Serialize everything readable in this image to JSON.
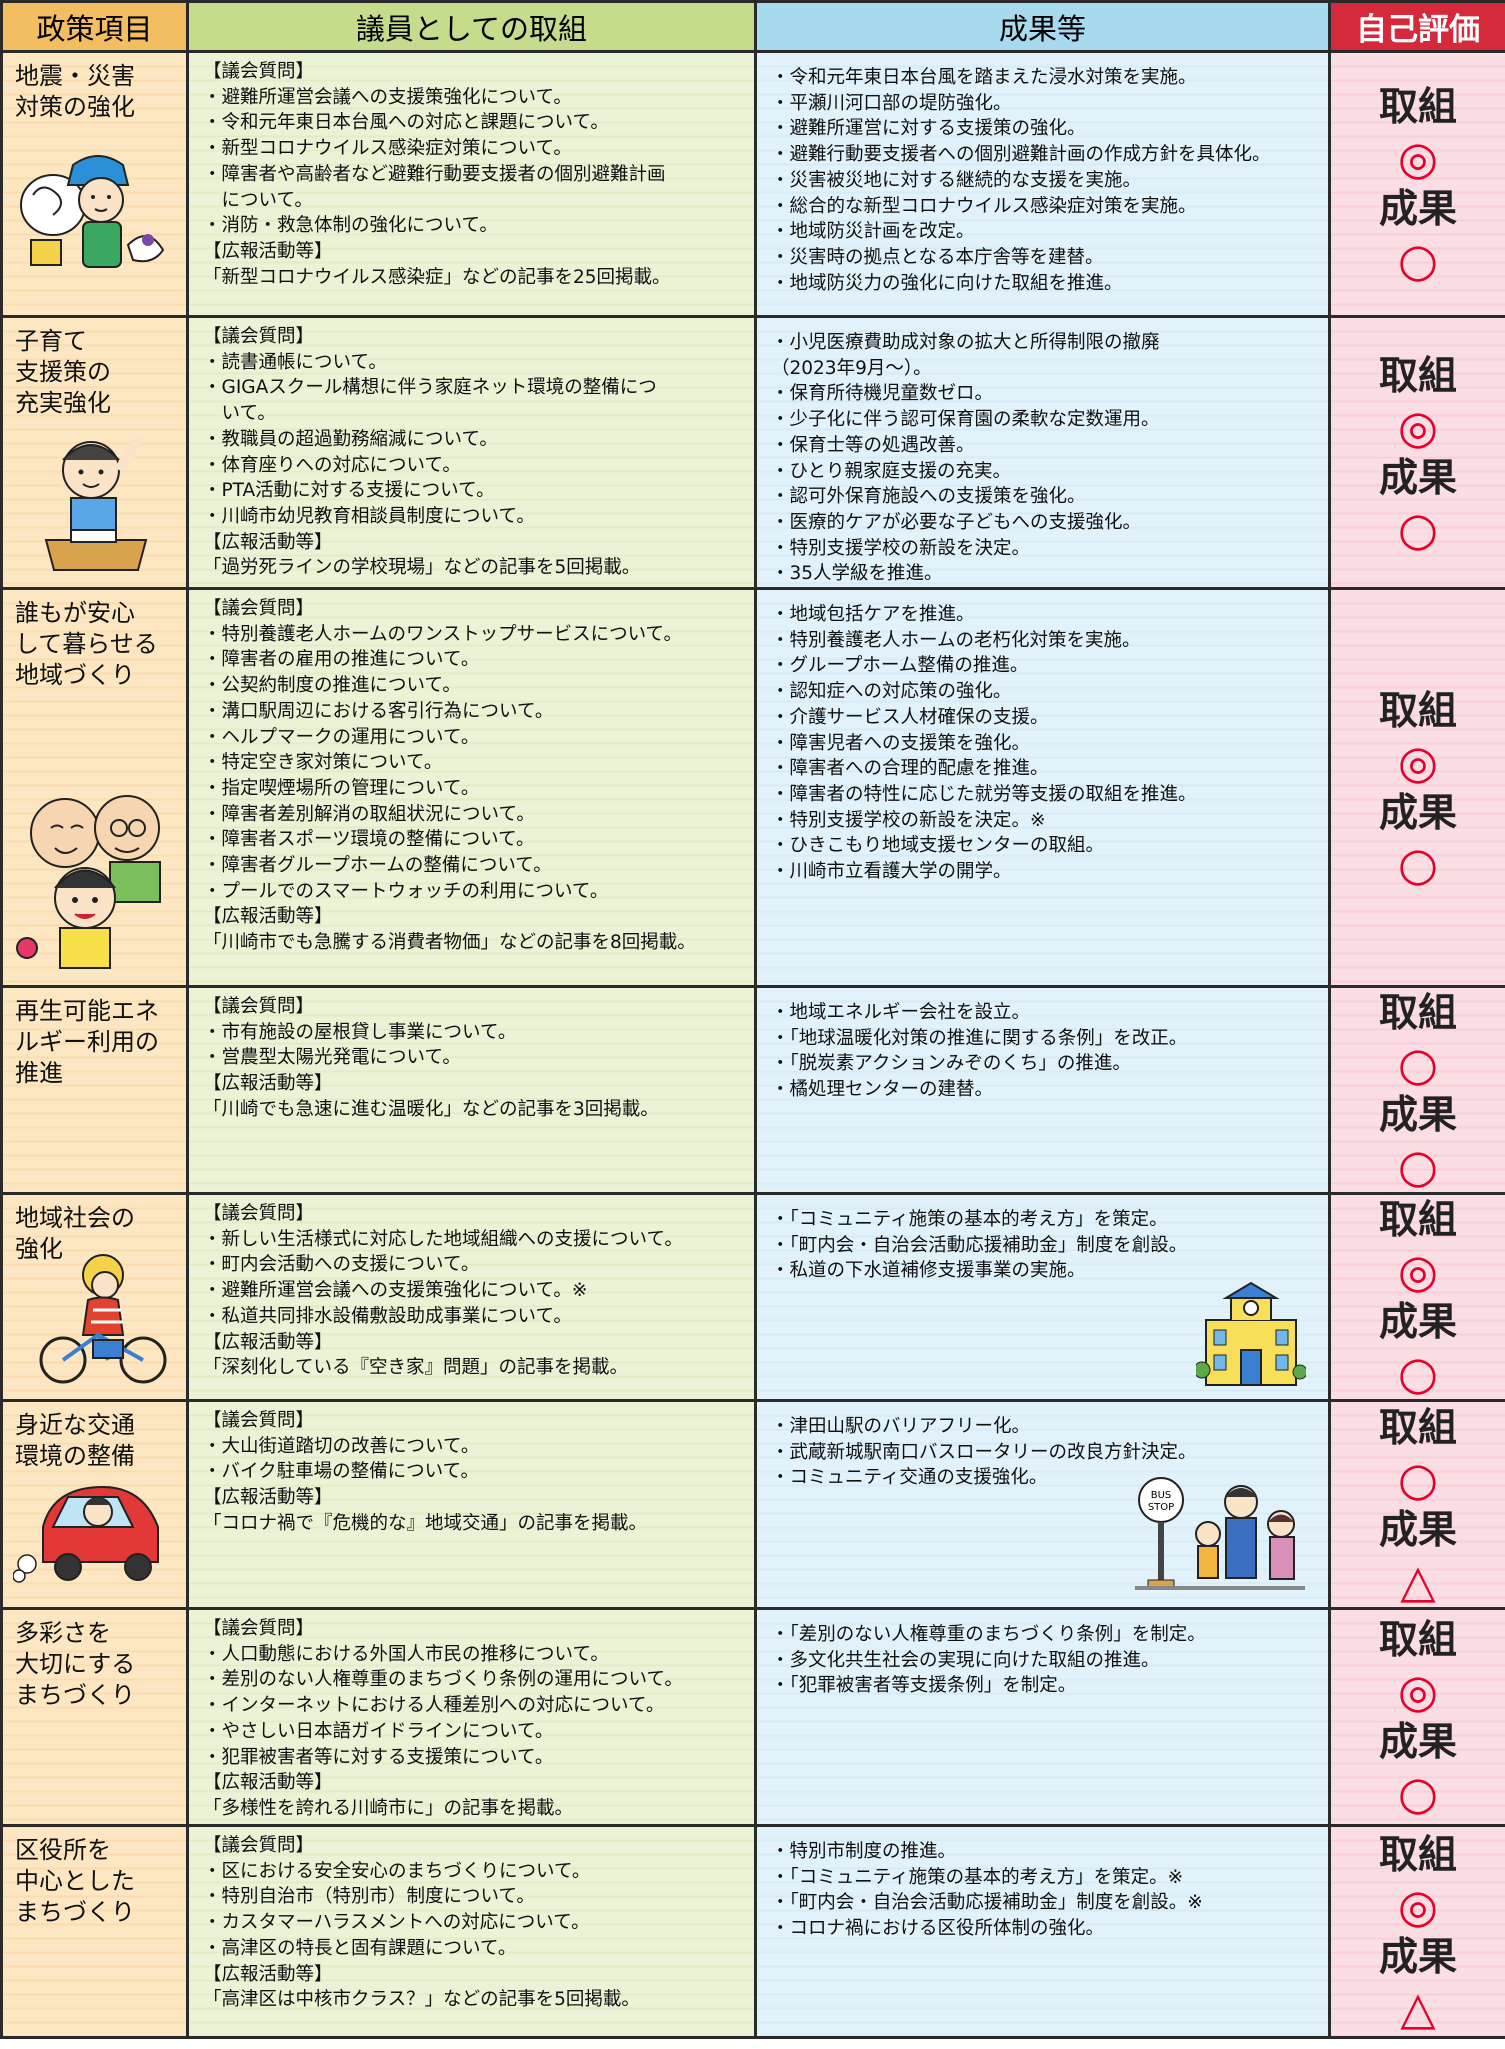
{
  "headers": [
    "政策項目",
    "議員としての取組",
    "成果等",
    "自己評価"
  ],
  "rows": [
    {
      "topic": [
        "地震・災害",
        "対策の強化"
      ],
      "actions": [
        "【議会質問】",
        "・避難所運営会議への支援策強化について。",
        "・令和元年東日本台風への対応と課題について。",
        "・新型コロナウイルス感染症対策について。",
        "・障害者や高齢者など避難行動要支援者の個別避難計画",
        "　について。",
        "・消防・救急体制の強化について。",
        "【広報活動等】",
        "「新型コロナウイルス感染症」などの記事を25回掲載。"
      ],
      "results": [
        "・令和元年東日本台風を踏まえた浸水対策を実施。",
        "・平瀬川河口部の堤防強化。",
        "・避難所運営に対する支援策の強化。",
        "・避難行動要支援者への個別避難計画の作成方針を具体化。",
        "・災害被災地に対する継続的な支援を実施。",
        "・総合的な新型コロナウイルス感染症対策を実施。",
        "・地域防災計画を改定。",
        "・災害時の拠点となる本庁舎等を建替。",
        "・地域防災力の強化に向けた取組を推進。"
      ],
      "eval": {
        "label1": "取組",
        "mark1": "◎",
        "label2": "成果",
        "mark2": "○"
      },
      "illustration": "child-with-helmet-icon"
    },
    {
      "topic": [
        "子育て",
        "支援策の",
        "充実強化"
      ],
      "actions": [
        "【議会質問】",
        "・読書通帳について。",
        "・GIGAスクール構想に伴う家庭ネット環境の整備につ",
        "　いて。",
        "・教職員の超過勤務縮減について。",
        "・体育座りへの対応について。",
        "・PTA活動に対する支援について。",
        "・川崎市幼児教育相談員制度について。",
        "【広報活動等】",
        "「過労死ラインの学校現場」などの記事を5回掲載。"
      ],
      "results": [
        "・小児医療費助成対象の拡大と所得制限の撤廃",
        "（2023年9月～）。",
        "・保育所待機児童数ゼロ。",
        "・少子化に伴う認可保育園の柔軟な定数運用。",
        "・保育士等の処遇改善。",
        "・ひとり親家庭支援の充実。",
        "・認可外保育施設への支援策を強化。",
        "・医療的ケアが必要な子どもへの支援強化。",
        "・特別支援学校の新設を決定。",
        "・35人学級を推進。"
      ],
      "eval": {
        "label1": "取組",
        "mark1": "◎",
        "label2": "成果",
        "mark2": "○"
      },
      "illustration": "student-raising-hand-icon"
    },
    {
      "topic": [
        "誰もが安心",
        "して暮らせる",
        "地域づくり"
      ],
      "actions": [
        "【議会質問】",
        "・特別養護老人ホームのワンストップサービスについて。",
        "・障害者の雇用の推進について。",
        "・公契約制度の推進について。",
        "・溝口駅周辺における客引行為について。",
        "・ヘルプマークの運用について。",
        "・特定空き家対策について。",
        "・指定喫煙場所の管理について。",
        "・障害者差別解消の取組状況について。",
        "・障害者スポーツ環境の整備について。",
        "・障害者グループホームの整備について。",
        "・プールでのスマートウォッチの利用について。",
        "【広報活動等】",
        "「川崎市でも急騰する消費者物価」などの記事を8回掲載。"
      ],
      "results": [
        "・地域包括ケアを推進。",
        "・特別養護老人ホームの老朽化対策を実施。",
        "・グループホーム整備の推進。",
        "・認知症への対応策の強化。",
        "・介護サービス人材確保の支援。",
        "・障害児者への支援策を強化。",
        "・障害者への合理的配慮を推進。",
        "・障害者の特性に応じた就労等支援の取組を推進。",
        "・特別支援学校の新設を決定。※",
        "・ひきこもり地域支援センターの取組。",
        "・川崎市立看護大学の開学。"
      ],
      "eval": {
        "label1": "取組",
        "mark1": "◎",
        "label2": "成果",
        "mark2": "○"
      },
      "illustration": "elderly-and-child-icon"
    },
    {
      "topic": [
        "再生可能エネ",
        "ルギー利用の",
        "推進"
      ],
      "actions": [
        "【議会質問】",
        "・市有施設の屋根貸し事業について。",
        "・営農型太陽光発電について。",
        "【広報活動等】",
        "「川崎でも急速に進む温暖化」などの記事を3回掲載。"
      ],
      "results": [
        "・地域エネルギー会社を設立。",
        "・「地球温暖化対策の推進に関する条例」を改正。",
        "・「脱炭素アクションみぞのくち」の推進。",
        "・橘処理センターの建替。"
      ],
      "eval": {
        "label1": "取組",
        "mark1": "○",
        "label2": "成果",
        "mark2": "○"
      },
      "illustration": ""
    },
    {
      "topic": [
        "地域社会の",
        "強化"
      ],
      "actions": [
        "【議会質問】",
        "・新しい生活様式に対応した地域組織への支援について。",
        "・町内会活動への支援について。",
        "・避難所運営会議への支援策強化について。※",
        "・私道共同排水設備敷設助成事業について。",
        "【広報活動等】",
        "「深刻化している『空き家』問題」の記事を掲載。"
      ],
      "results": [
        "・「コミュニティ施策の基本的考え方」を策定。",
        "・「町内会・自治会活動応援補助金」制度を創設。",
        "・私道の下水道補修支援事業の実施。"
      ],
      "eval": {
        "label1": "取組",
        "mark1": "◎",
        "label2": "成果",
        "mark2": "○"
      },
      "illustration": "bicycle-rider-icon"
    },
    {
      "topic": [
        "身近な交通",
        "環境の整備"
      ],
      "actions": [
        "【議会質問】",
        "・大山街道踏切の改善について。",
        "・バイク駐車場の整備について。",
        "【広報活動等】",
        "「コロナ禍で『危機的な』地域交通」の記事を掲載。"
      ],
      "results": [
        "・津田山駅のバリアフリー化。",
        "・武蔵新城駅南口バスロータリーの改良方針決定。",
        "・コミュニティ交通の支援強化。"
      ],
      "eval": {
        "label1": "取組",
        "mark1": "○",
        "label2": "成果",
        "mark2": "△"
      },
      "illustration": "car-driver-icon"
    },
    {
      "topic": [
        "多彩さを",
        "大切にする",
        "まちづくり"
      ],
      "actions": [
        "【議会質問】",
        "・人口動態における外国人市民の推移について。",
        "・差別のない人権尊重のまちづくり条例の運用について。",
        "・インターネットにおける人種差別への対応について。",
        "・やさしい日本語ガイドラインについて。",
        "・犯罪被害者等に対する支援策について。",
        "【広報活動等】",
        "「多様性を誇れる川崎市に」の記事を掲載。"
      ],
      "results": [
        "・「差別のない人権尊重のまちづくり条例」を制定。",
        "・多文化共生社会の実現に向けた取組の推進。",
        "・「犯罪被害者等支援条例」を制定。"
      ],
      "eval": {
        "label1": "取組",
        "mark1": "◎",
        "label2": "成果",
        "mark2": "○"
      },
      "illustration": ""
    },
    {
      "topic": [
        "区役所を",
        "中心とした",
        "まちづくり"
      ],
      "actions": [
        "【議会質問】",
        "・区における安全安心のまちづくりについて。",
        "・特別自治市（特別市）制度について。",
        "・カスタマーハラスメントへの対応について。",
        "・高津区の特長と固有課題について。",
        "【広報活動等】",
        "「高津区は中核市クラス？」などの記事を5回掲載。"
      ],
      "results": [
        "・特別市制度の推進。",
        "・「コミュニティ施策の基本的考え方」を策定。※",
        "・「町内会・自治会活動応援補助金」制度を創設。※",
        "・コロナ禍における区役所体制の強化。"
      ],
      "eval": {
        "label1": "取組",
        "mark1": "◎",
        "label2": "成果",
        "mark2": "△"
      },
      "illustration": ""
    }
  ],
  "extra_illustrations": {
    "school": "school-building-icon",
    "bus_stop": "bus-stop-family-icon",
    "bus_sign": "BUS STOP"
  }
}
